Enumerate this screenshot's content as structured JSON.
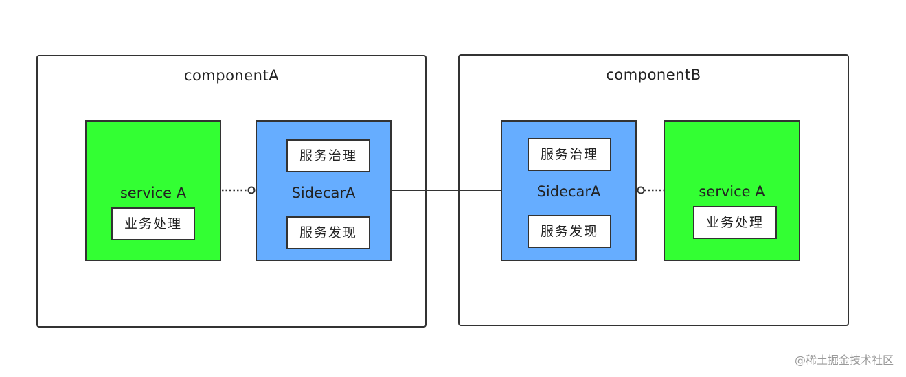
{
  "components": {
    "a": {
      "title": "componentA",
      "service": {
        "label": "service A",
        "inner": "业务处理"
      },
      "sidecar": {
        "label": "SidecarA",
        "top": "服务治理",
        "bottom": "服务发现"
      }
    },
    "b": {
      "title": "componentB",
      "service": {
        "label": "service A",
        "inner": "业务处理"
      },
      "sidecar": {
        "label": "SidecarA",
        "top": "服务治理",
        "bottom": "服务发现"
      }
    }
  },
  "colors": {
    "service": "#33ff33",
    "sidecar": "#66adff",
    "border": "#333333"
  },
  "watermark": "@稀土掘金技术社区"
}
